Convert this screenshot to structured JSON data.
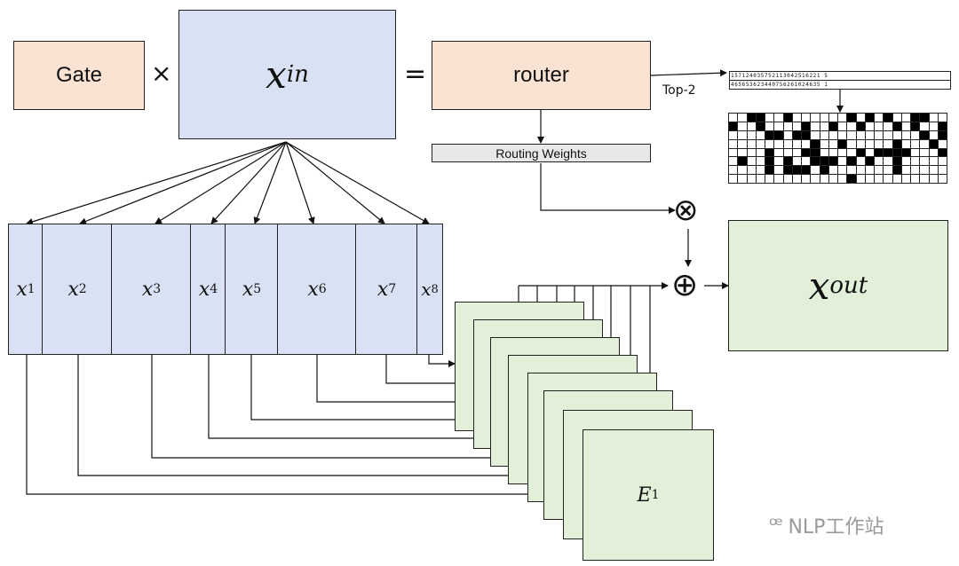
{
  "diagram": {
    "gate_label": "Gate",
    "times_symbol": "×",
    "x_in": {
      "base": "x",
      "sup": "in"
    },
    "equals_symbol": "=",
    "router_label": "router",
    "top2_label": "Top-2",
    "routing_weights_label": "Routing Weights",
    "otimes_symbol": "⊗",
    "oplus_symbol": "⊕",
    "x_out": {
      "base": "x",
      "sup": "out"
    },
    "tokens": [
      {
        "base": "x",
        "sub": "1"
      },
      {
        "base": "x",
        "sub": "2"
      },
      {
        "base": "x",
        "sub": "3"
      },
      {
        "base": "x",
        "sub": "4"
      },
      {
        "base": "x",
        "sub": "5"
      },
      {
        "base": "x",
        "sub": "6"
      },
      {
        "base": "x",
        "sub": "7"
      },
      {
        "base": "x",
        "sub": "8"
      }
    ],
    "expert_label": {
      "base": "E",
      "sub": "1"
    },
    "index_rows": [
      "157124035752113042516221 5",
      "465653623440756261024635 1"
    ],
    "watermark": "NLP工作站"
  },
  "colors": {
    "gate_fill": "#fae3d3",
    "input_fill": "#d8e2f4",
    "output_fill": "#e2efd9",
    "expert_fill": "#e2efd9",
    "weights_bar_fill": "#e8e8e8",
    "stroke": "#222222"
  }
}
